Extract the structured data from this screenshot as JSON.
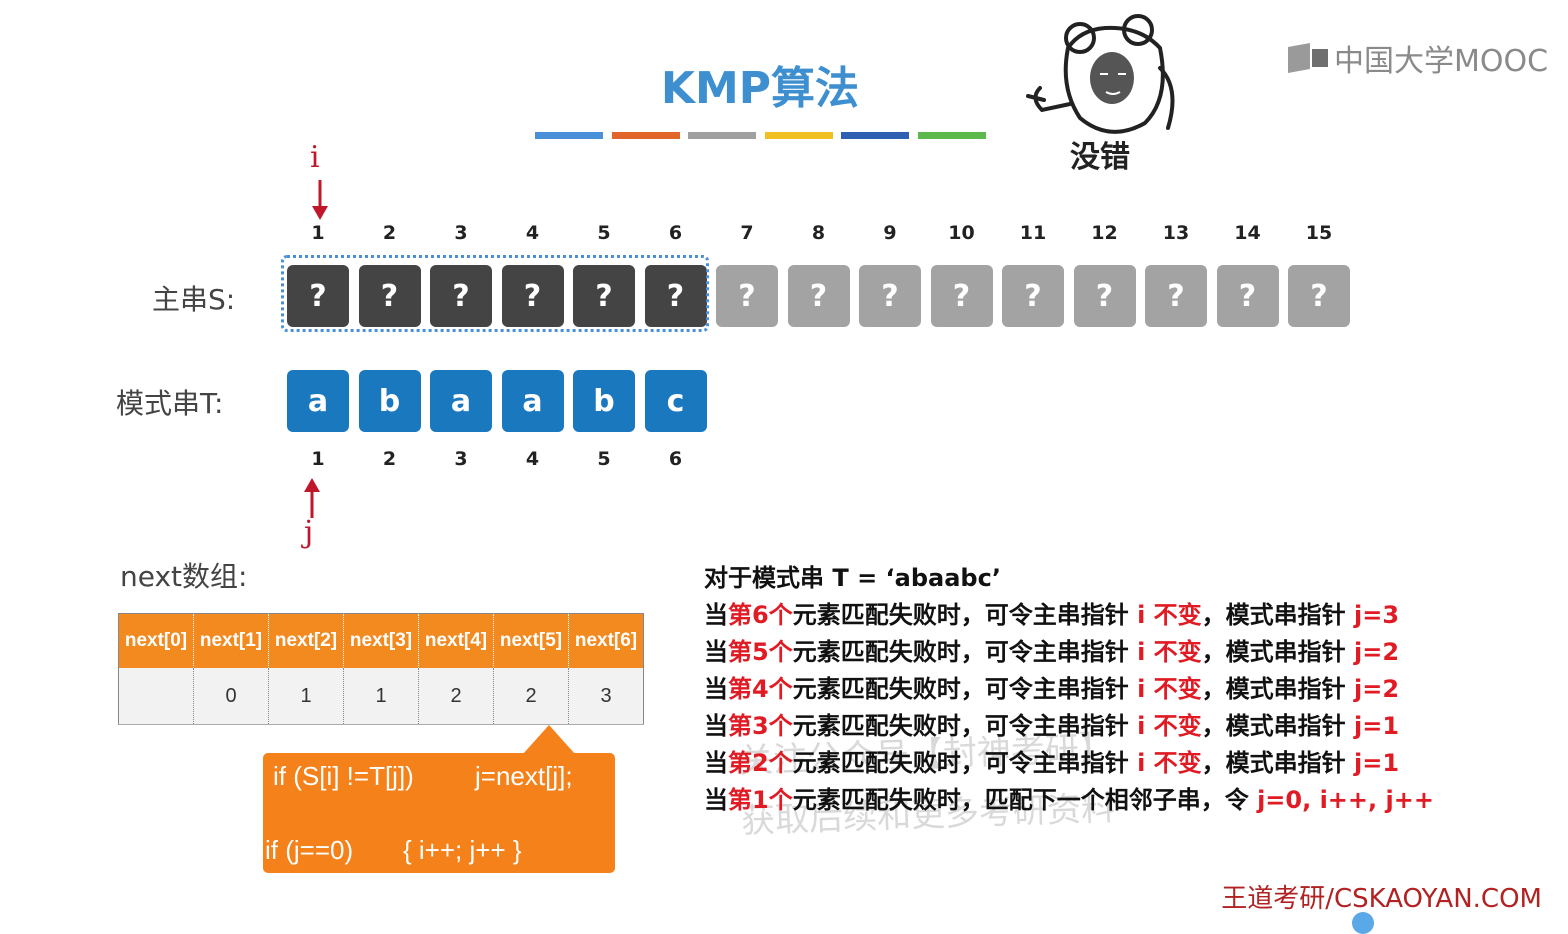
{
  "title": "KMP算法",
  "stripes": [
    "#4a90d9",
    "#e0662a",
    "#a0a0a0",
    "#f0c020",
    "#2f5fb0",
    "#5cb84a"
  ],
  "brand_top": "中国大学MOOC",
  "brand_bottom": "王道考研/CSKAOYAN.COM",
  "mascot_caption": "没错",
  "main_string": {
    "label": "主串S:",
    "indices": [
      "1",
      "2",
      "3",
      "4",
      "5",
      "6",
      "7",
      "8",
      "9",
      "10",
      "11",
      "12",
      "13",
      "14",
      "15"
    ],
    "cells": [
      "?",
      "?",
      "?",
      "?",
      "?",
      "?",
      "?",
      "?",
      "?",
      "?",
      "?",
      "?",
      "?",
      "?",
      "?"
    ],
    "highlighted_count": 6
  },
  "pattern": {
    "label": "模式串T:",
    "cells": [
      "a",
      "b",
      "a",
      "a",
      "b",
      "c"
    ],
    "indices": [
      "1",
      "2",
      "3",
      "4",
      "5",
      "6"
    ]
  },
  "pointer_i": "i",
  "pointer_j": "j",
  "next_array": {
    "label": "next数组:",
    "headers": [
      "next[0]",
      "next[1]",
      "next[2]",
      "next[3]",
      "next[4]",
      "next[5]",
      "next[6]"
    ],
    "values": [
      "",
      "0",
      "1",
      "1",
      "2",
      "2",
      "3"
    ]
  },
  "callout": {
    "line1_cond": "if (S[i] !=T[j])",
    "line1_stmt": "j=next[j];",
    "line2_cond": "if (j==0)",
    "line2_stmt": "{ i++; j++ }"
  },
  "rules": {
    "heading": "对于模式串 T = ‘abaabc’",
    "items": [
      {
        "pre": "当",
        "nth": "第6个",
        "mid": "元素匹配失败时，可令主串指针 ",
        "i": "i",
        "keep": " 不变",
        "sep": "，模式串指针 ",
        "res": "j=3"
      },
      {
        "pre": "当",
        "nth": "第5个",
        "mid": "元素匹配失败时，可令主串指针 ",
        "i": "i",
        "keep": " 不变",
        "sep": "，模式串指针 ",
        "res": "j=2"
      },
      {
        "pre": "当",
        "nth": "第4个",
        "mid": "元素匹配失败时，可令主串指针 ",
        "i": "i",
        "keep": " 不变",
        "sep": "，模式串指针 ",
        "res": "j=2"
      },
      {
        "pre": "当",
        "nth": "第3个",
        "mid": "元素匹配失败时，可令主串指针 ",
        "i": "i",
        "keep": " 不变",
        "sep": "，模式串指针 ",
        "res": "j=1"
      },
      {
        "pre": "当",
        "nth": "第2个",
        "mid": "元素匹配失败时，可令主串指针 ",
        "i": "i",
        "keep": " 不变",
        "sep": "，模式串指针 ",
        "res": "j=1"
      }
    ],
    "last": {
      "pre": "当",
      "nth": "第1个",
      "mid": "元素匹配失败时，匹配下一个相邻子串，令 ",
      "res": "j=0, i++, j++"
    }
  },
  "watermark": [
    "关注公众号【封神考研】",
    "获取后续和更多考研资料"
  ]
}
